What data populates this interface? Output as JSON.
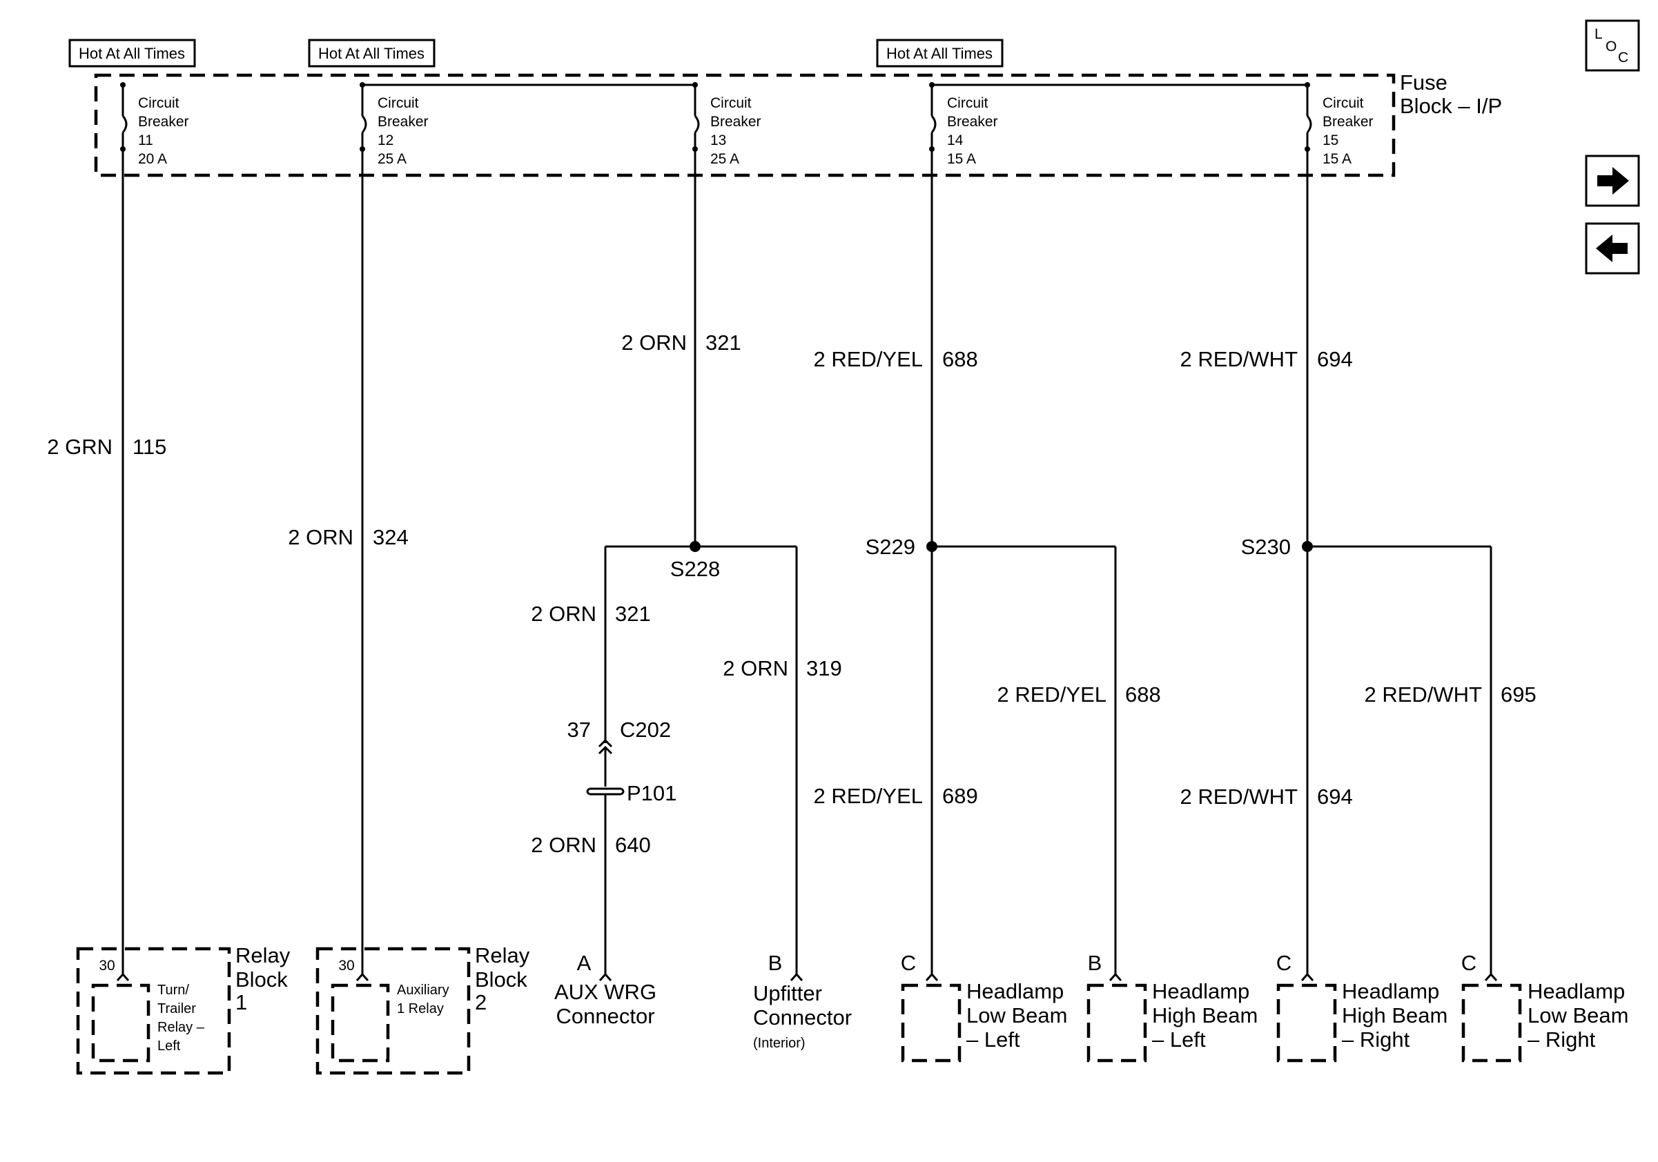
{
  "hot_labels": [
    "Hot At All Times",
    "Hot At All Times",
    "Hot At All Times"
  ],
  "fuse_block": {
    "line1": "Fuse",
    "line2": "Block – I/P"
  },
  "breakers": [
    {
      "line1": "Circuit",
      "line2": "Breaker",
      "number": "11",
      "rating": "20 A"
    },
    {
      "line1": "Circuit",
      "line2": "Breaker",
      "number": "12",
      "rating": "25 A"
    },
    {
      "line1": "Circuit",
      "line2": "Breaker",
      "number": "13",
      "rating": "25 A"
    },
    {
      "line1": "Circuit",
      "line2": "Breaker",
      "number": "14",
      "rating": "15 A"
    },
    {
      "line1": "Circuit",
      "line2": "Breaker",
      "number": "15",
      "rating": "15 A"
    }
  ],
  "wires": [
    {
      "color": "2 GRN",
      "circuit": "115"
    },
    {
      "color": "2 ORN",
      "circuit": "324"
    },
    {
      "color": "2 ORN",
      "circuit": "321"
    },
    {
      "color": "2 RED/YEL",
      "circuit": "688"
    },
    {
      "color": "2 RED/WHT",
      "circuit": "694"
    },
    {
      "color": "2 ORN",
      "circuit": "321"
    },
    {
      "color": "2 ORN",
      "circuit": "319"
    },
    {
      "color": "2 ORN",
      "circuit": "640"
    },
    {
      "color": "2 RED/YEL",
      "circuit": "688"
    },
    {
      "color": "2 RED/YEL",
      "circuit": "689"
    },
    {
      "color": "2 RED/WHT",
      "circuit": "695"
    },
    {
      "color": "2 RED/WHT",
      "circuit": "694"
    }
  ],
  "splices": [
    "S228",
    "S229",
    "S230"
  ],
  "connector_c202": {
    "pin": "37",
    "name": "C202"
  },
  "connector_p101": {
    "name": "P101"
  },
  "relay_block_1": {
    "label1": "Relay",
    "label2": "Block",
    "label3": "1",
    "pin": "30",
    "relay": [
      "Turn/",
      "Trailer",
      "Relay –",
      "Left"
    ]
  },
  "relay_block_2": {
    "label1": "Relay",
    "label2": "Block",
    "label3": "2",
    "pin": "30",
    "relay": [
      "Auxiliary",
      "1 Relay"
    ]
  },
  "aux_wrg": {
    "pin": "A",
    "line1": "AUX WRG",
    "line2": "Connector"
  },
  "upfitter": {
    "pin": "B",
    "line1": "Upfitter",
    "line2": "Connector",
    "line3": "(Interior)"
  },
  "headlamps": [
    {
      "pin": "C",
      "line1": "Headlamp",
      "line2": "Low Beam",
      "line3": "– Left"
    },
    {
      "pin": "B",
      "line1": "Headlamp",
      "line2": "High Beam",
      "line3": "– Left"
    },
    {
      "pin": "C",
      "line1": "Headlamp",
      "line2": "High Beam",
      "line3": "– Right"
    },
    {
      "pin": "C",
      "line1": "Headlamp",
      "line2": "Low Beam",
      "line3": "– Right"
    }
  ],
  "loc_icon": {
    "l": "L",
    "o": "O",
    "c": "C"
  },
  "icons": [
    "loc-icon",
    "arrow-right-icon",
    "arrow-left-icon"
  ]
}
